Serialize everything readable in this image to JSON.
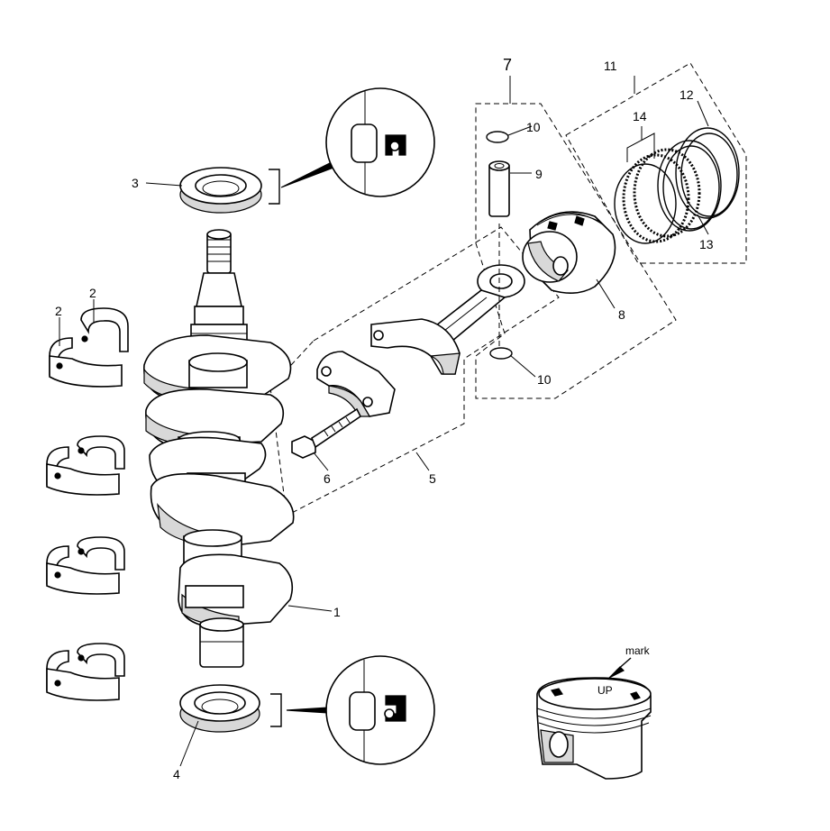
{
  "callouts": {
    "c1": "1",
    "c2a": "2",
    "c2b": "2",
    "c3": "3",
    "c4": "4",
    "c5": "5",
    "c6": "6",
    "c7": "7",
    "c8": "8",
    "c9": "9",
    "c10a": "10",
    "c10b": "10",
    "c11": "11",
    "c12": "12",
    "c13": "13",
    "c14": "14"
  },
  "mark_label": "mark",
  "piston_text": "UP"
}
